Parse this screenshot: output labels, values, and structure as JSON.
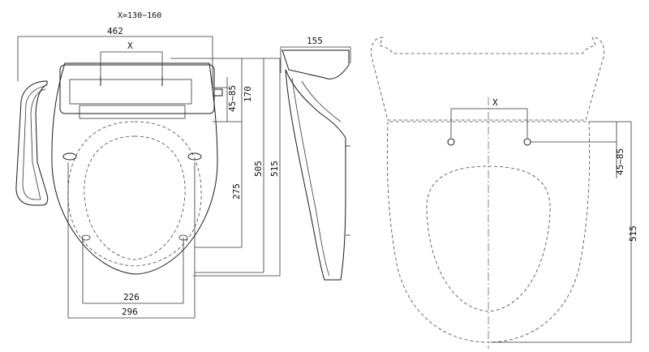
{
  "note": "X=130~160",
  "front_view": {
    "overall_width": "462",
    "x_span": "X",
    "hinge_range": "45~85",
    "hinge_to_rear": "170",
    "lid_length": "505",
    "total_length": "515",
    "seat_length": "275",
    "seat_width_inner": "226",
    "seat_width_outer": "296"
  },
  "side_view": {
    "height": "155"
  },
  "toilet_view": {
    "x_span": "X",
    "hinge_range": "45~85",
    "length": "515"
  }
}
